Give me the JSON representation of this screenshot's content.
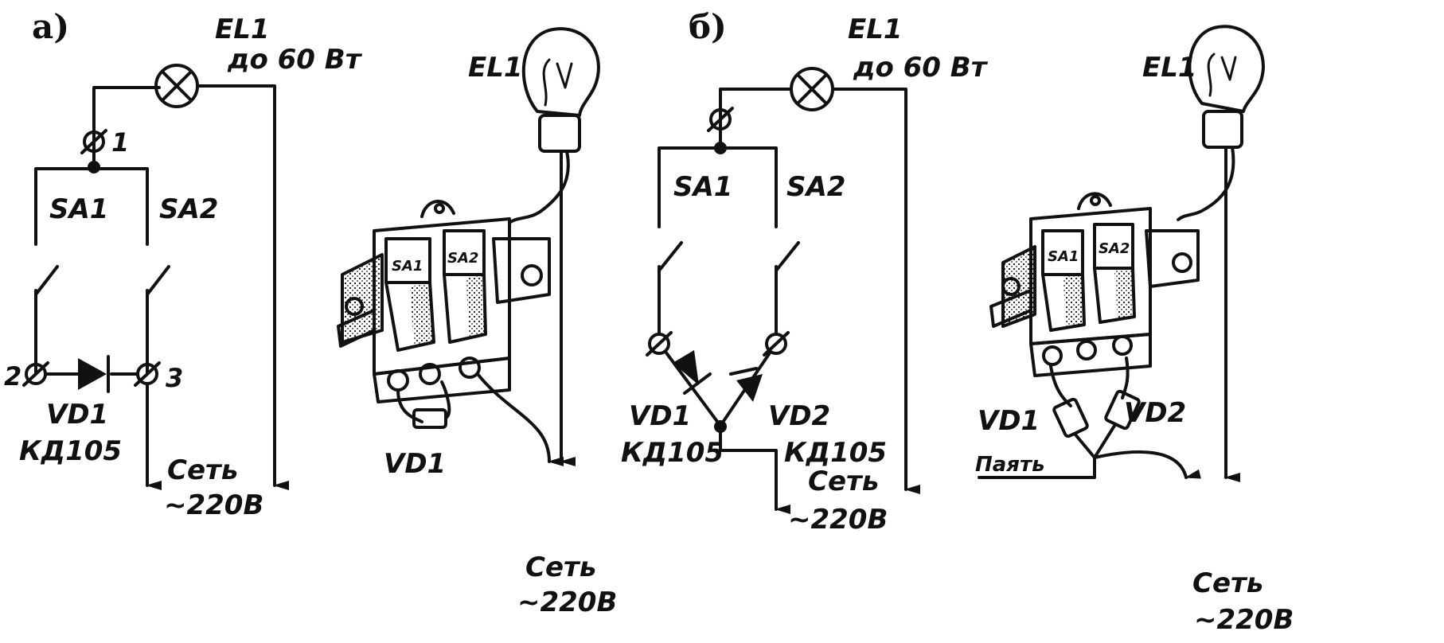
{
  "panels": {
    "a": {
      "letter": "а)"
    },
    "b": {
      "letter": "б)"
    }
  },
  "labels": {
    "lamp": "EL1",
    "lamp_power": "до 60 Вт",
    "switch1": "SA1",
    "switch2": "SA2",
    "diode1": "VD1",
    "diode2": "VD2",
    "diode_type": "КД105",
    "mains_line1": "Сеть",
    "mains_line2": "~220В",
    "terminal1": "1",
    "terminal2": "2",
    "terminal3": "3",
    "solder": "Паять",
    "switch1_key": "SA1",
    "switch2_key": "SA2"
  },
  "icons": [
    "lamp-symbol",
    "diode-symbol",
    "terminal-symbol",
    "light-bulb",
    "double-switch",
    "arrow"
  ],
  "colors": {
    "ink": "#111111",
    "paper": "#ffffff"
  }
}
